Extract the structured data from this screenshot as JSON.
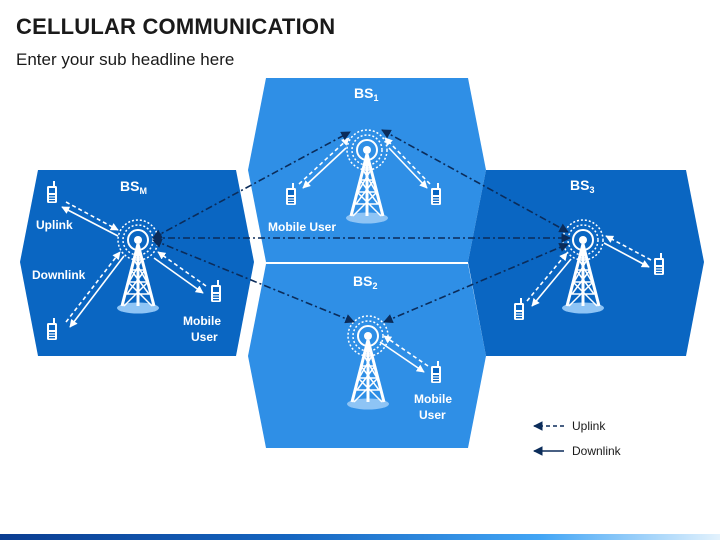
{
  "header": {
    "title": "CELLULAR COMMUNICATION",
    "subtitle": "Enter your sub headline here"
  },
  "cells": {
    "bsm": {
      "label": "BS",
      "sub": "M",
      "uplink": "Uplink",
      "downlink": "Downlink",
      "user_line1": "Mobile",
      "user_line2": "User"
    },
    "bs1": {
      "label": "BS",
      "sub": "1",
      "user": "Mobile User"
    },
    "bs2": {
      "label": "BS",
      "sub": "2",
      "user_line1": "Mobile",
      "user_line2": "User"
    },
    "bs3": {
      "label": "BS",
      "sub": "3"
    }
  },
  "legend": {
    "uplink": "Uplink",
    "downlink": "Downlink"
  },
  "colors": {
    "cell_dark": "#0a66c2",
    "cell_light": "#2f8fe6",
    "line_dark": "#0b2c5a"
  },
  "icons": [
    "cell-tower-icon",
    "mobile-phone-icon",
    "signal-rings-icon",
    "dashed-arrow-icon",
    "solid-arrow-icon"
  ]
}
